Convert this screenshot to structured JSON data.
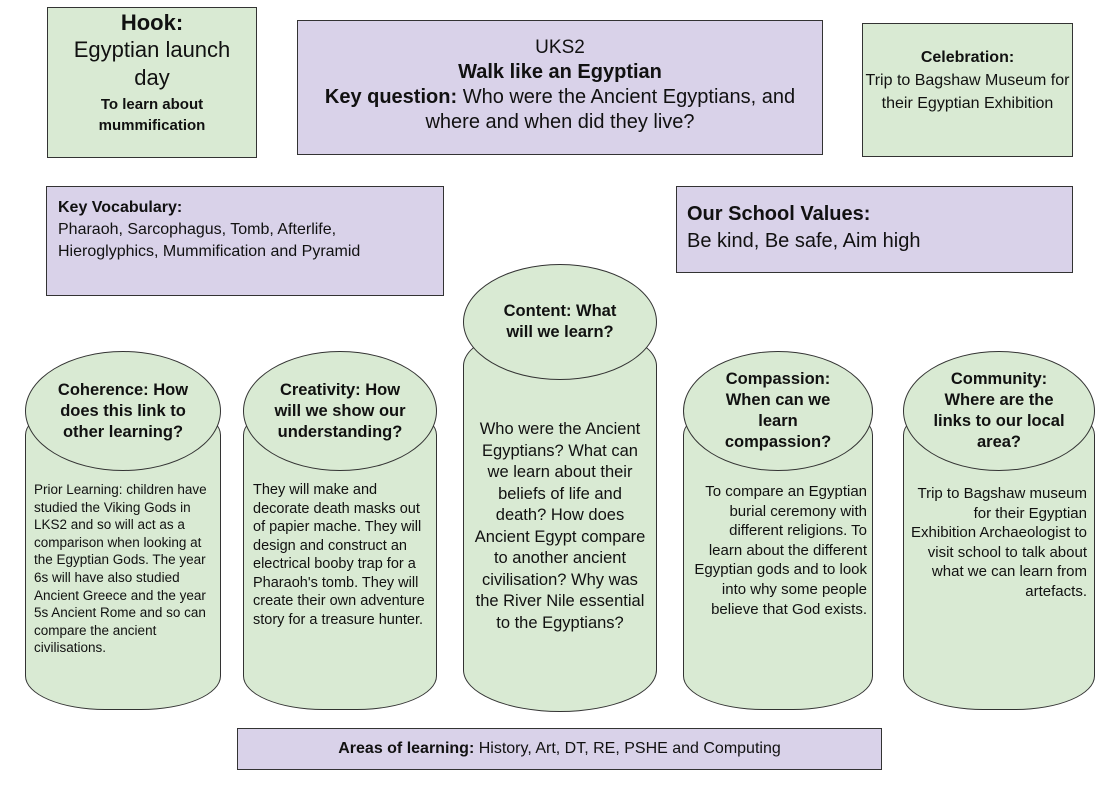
{
  "hook": {
    "title": "Hook:",
    "subtitle": "Egyptian launch day",
    "detail": "To learn about mummification"
  },
  "main": {
    "stage": "UKS2",
    "topic": "Walk like an Egyptian",
    "question_label": "Key question:",
    "question_text": "Who were the Ancient Egyptians, and where and when did they live?"
  },
  "celebration": {
    "title": "Celebration:",
    "text": "Trip to Bagshaw Museum for their Egyptian Exhibition"
  },
  "vocabulary": {
    "title": "Key Vocabulary:",
    "text": "Pharaoh, Sarcophagus, Tomb, Afterlife, Hieroglyphics, Mummification and Pyramid"
  },
  "values": {
    "title": "Our School Values:",
    "text": "Be kind, Be safe, Aim high"
  },
  "cylinders": {
    "coherence": {
      "title": "Coherence: How does this link to other learning?",
      "text": "Prior Learning: children have studied the Viking Gods in LKS2 and so will act as a comparison when looking at the Egyptian Gods. The year 6s will have also studied Ancient Greece and the year 5s Ancient Rome and so can compare the ancient civilisations."
    },
    "creativity": {
      "title": "Creativity: How will we show our understanding?",
      "text": "They will make and decorate death masks out of papier mache. They will design and construct an electrical booby trap for a Pharaoh's tomb. They will create their own adventure story for a treasure hunter."
    },
    "content": {
      "title": "Content: What will we learn?",
      "text": "Who were the Ancient Egyptians? What can we learn about their beliefs of life and death? How does Ancient Egypt compare to another ancient civilisation? Why was the River Nile essential to the Egyptians?"
    },
    "compassion": {
      "title": "Compassion: When can we learn compassion?",
      "text": "To compare an Egyptian burial ceremony with different religions. To learn about the different Egyptian gods and to look into why some people believe that God exists."
    },
    "community": {
      "title": "Community: Where are the links to our local area?",
      "text": "Trip to Bagshaw museum for their Egyptian Exhibition Archaeologist to visit school to talk about what we can learn from artefacts."
    }
  },
  "areas": {
    "label": "Areas of learning:",
    "text": "History, Art, DT, RE, PSHE and Computing"
  },
  "colors": {
    "green_fill": "#d9ead3",
    "purple_fill": "#d9d2e9",
    "border": "#333333"
  }
}
